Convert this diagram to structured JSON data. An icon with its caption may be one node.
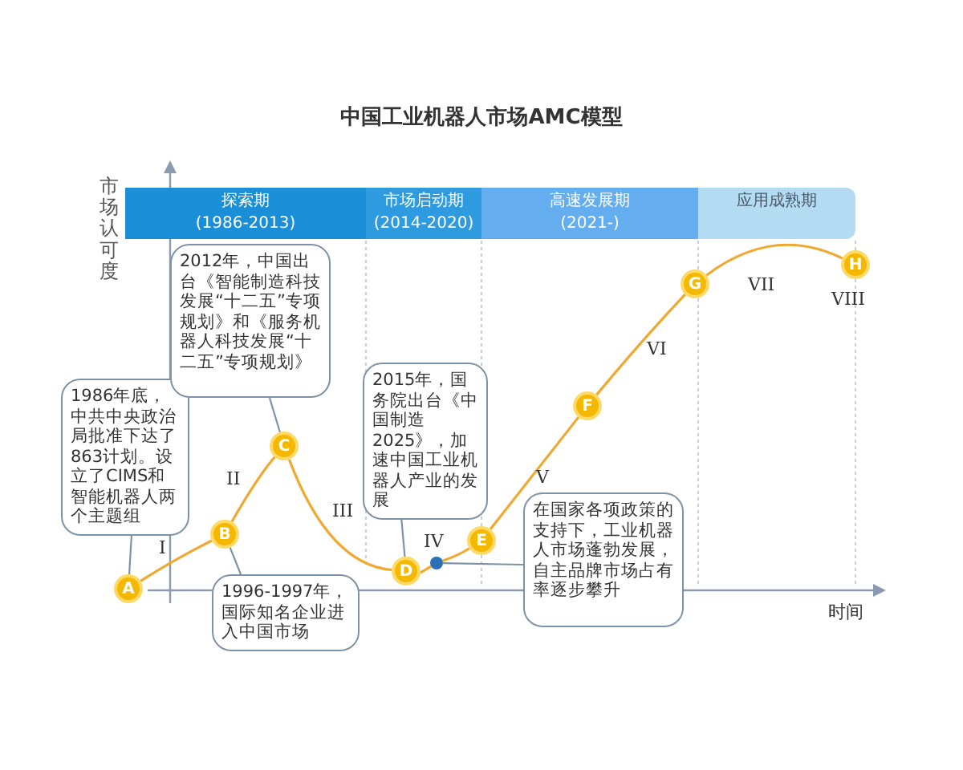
{
  "diagram": {
    "title": "中国工业机器人市场AMC模型",
    "nodes": [
      {
        "text": [
          "探索期",
          "(1986-2013)"
        ]
      },
      {
        "text": [
          "市场启动期",
          "(2014-2020)"
        ]
      },
      {
        "text": [
          "高速发展期",
          "(2021-)"
        ]
      },
      {
        "text": [
          "应用成熟期"
        ]
      },
      {
        "text": [
          "1986年底，中共中央政治局批准下达了863计划。设立了CIMS和智能机器人两个主题组"
        ]
      },
      {
        "text": [
          "2012年，中国出台《智能制造科技发展“十二五”专项规划》和《服务机器人科技发展“十二五”专项规划》"
        ]
      },
      {
        "text": [
          "1996-1997年，国际知名企业进入中国市场"
        ]
      },
      {
        "text": [
          "2015年，国务院出台《中国制造2025》，加速中国工业机器人产业的发展"
        ]
      },
      {
        "text": [
          "在国家各项政策的支持下，工业机器人市场蓬勃发展，自主品牌市场占有率逐步攀升"
        ]
      },
      {
        "text": [
          "A"
        ]
      },
      {
        "text": [
          "B"
        ]
      },
      {
        "text": [
          "C"
        ]
      },
      {
        "text": [
          "D"
        ]
      },
      {
        "text": [],
        "shape": "circle"
      },
      {
        "text": [
          "E"
        ]
      },
      {
        "text": [
          "F"
        ]
      },
      {
        "text": [
          "G"
        ]
      },
      {
        "text": [
          "H"
        ]
      }
    ],
    "edges": [
      {
        "from": 9,
        "to": 10,
        "arrow": "none"
      },
      {
        "from": 10,
        "to": 11,
        "arrow": "none"
      },
      {
        "from": 11,
        "to": 12,
        "arrow": "none"
      },
      {
        "from": 12,
        "to": 13,
        "arrow": "none"
      },
      {
        "from": 13,
        "to": 14,
        "arrow": "none"
      },
      {
        "from": 14,
        "to": 15,
        "arrow": "none"
      },
      {
        "from": 15,
        "to": 16,
        "arrow": "none"
      },
      {
        "from": 16,
        "to": 17,
        "arrow": "none"
      },
      {
        "from": 4,
        "to": 9,
        "arrow": "none",
        "color": "#7f93a8"
      },
      {
        "from": 5,
        "to": 11,
        "arrow": "none",
        "color": "#7f93a8"
      },
      {
        "from": 6,
        "to": 10,
        "arrow": "none",
        "color": "#7f93a8"
      },
      {
        "from": 7,
        "to": 12,
        "arrow": "none",
        "color": "#7f93a8"
      },
      {
        "from": 8,
        "to": 13,
        "arrow": "none",
        "color": "#7f93a8"
      }
    ],
    "labels": [
      "市场认可度",
      "I",
      "II",
      "III",
      "IV",
      "V",
      "VI",
      "VII",
      "VIII",
      "时间"
    ]
  }
}
